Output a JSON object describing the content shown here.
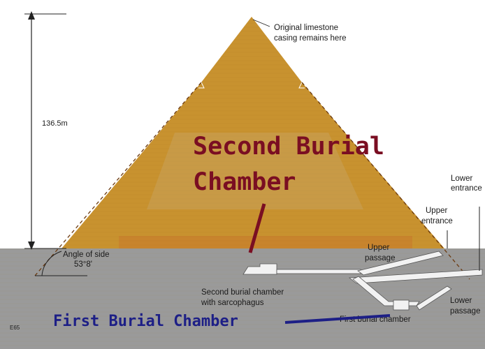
{
  "colors": {
    "pyramid": "#c8922f",
    "ground": "#9a9a9a",
    "passage": "#f2f2f2",
    "second_chamber_text": "#7a0e22",
    "first_chamber_text": "#1d1f86"
  },
  "labels": {
    "height": "136.5m",
    "casing_line1": "Original limestone",
    "casing_line2": "casing remains here",
    "angle_line1": "Angle of side",
    "angle_line2": "53°8'",
    "lower_entrance_line1": "Lower",
    "lower_entrance_line2": "entrance",
    "upper_entrance_line1": "Upper",
    "upper_entrance_line2": "entrance",
    "upper_passage_line1": "Upper",
    "upper_passage_line2": "passage",
    "lower_passage_line1": "Lower",
    "lower_passage_line2": "passage",
    "second_burial_small_line1": "Second burial chamber",
    "second_burial_small_line2": "with sarcophagus",
    "first_burial_small": "First burial chamber",
    "corner_mark": "E65"
  },
  "callouts": {
    "second_line1": "Second Burial",
    "second_line2": "Chamber",
    "first": "First Burial Chamber"
  }
}
